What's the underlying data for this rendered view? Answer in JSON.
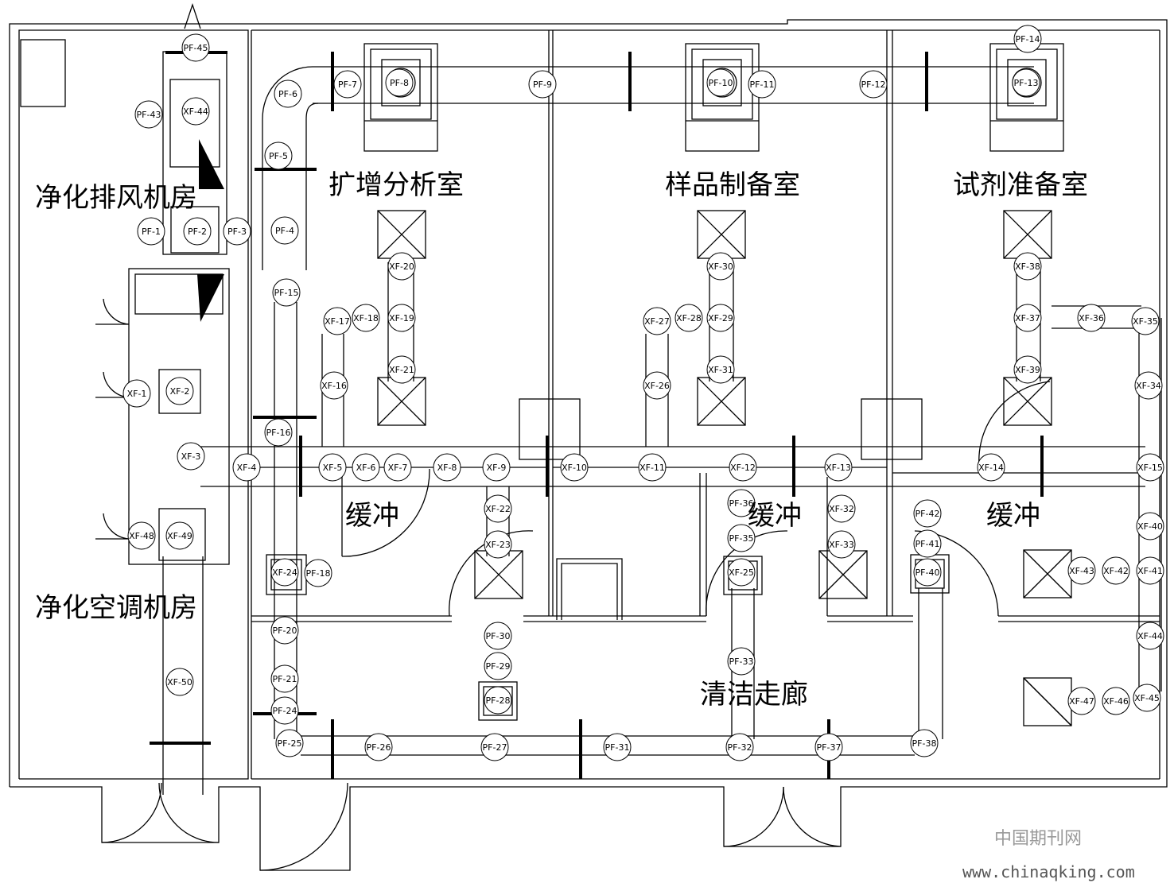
{
  "rooms": {
    "expand_lab": "扩增分析室",
    "sample_prep": "样品制备室",
    "reagent_prep": "试剂准备室",
    "exhaust_room": "净化排风机房",
    "ac_room": "净化空调机房",
    "corridor": "清洁走廊"
  },
  "buffers": [
    "缓冲",
    "缓冲",
    "缓冲"
  ],
  "watermark": {
    "cn": "中国期刊网",
    "url": "www.chinaqking.com"
  },
  "exhaust_tags": [
    "PF-45",
    "PF-43",
    "XF-44",
    "PF-1",
    "PF-2",
    "PF-3",
    "PF-6",
    "PF-5",
    "PF-4",
    "PF-15",
    "PF-16",
    "PF-7",
    "PF-8",
    "PF-9",
    "PF-10",
    "PF-11",
    "PF-12",
    "PF-14",
    "PF-13",
    "PF-18",
    "PF-20",
    "PF-21",
    "PF-24",
    "PF-25",
    "PF-26",
    "PF-27",
    "PF-31",
    "PF-32",
    "PF-37",
    "PF-38",
    "PF-30",
    "PF-29",
    "PF-28",
    "PF-33",
    "PF-36",
    "PF-35",
    "PF-42",
    "PF-41",
    "PF-40"
  ],
  "supply_tags": [
    "XF-1",
    "XF-2",
    "XF-3",
    "XF-4",
    "XF-5",
    "XF-6",
    "XF-7",
    "XF-8",
    "XF-9",
    "XF-10",
    "XF-11",
    "XF-12",
    "XF-13",
    "XF-14",
    "XF-15",
    "XF-16",
    "XF-17",
    "XF-18",
    "XF-19",
    "XF-20",
    "XF-21",
    "XF-22",
    "XF-23",
    "XF-24",
    "XF-25",
    "XF-26",
    "XF-27",
    "XF-28",
    "XF-29",
    "XF-30",
    "XF-31",
    "XF-32",
    "XF-33",
    "XF-34",
    "XF-35",
    "XF-36",
    "XF-37",
    "XF-38",
    "XF-39",
    "XF-40",
    "XF-41",
    "XF-42",
    "XF-43",
    "XF-44",
    "XF-45",
    "XF-46",
    "XF-47",
    "XF-48",
    "XF-49",
    "XF-50"
  ]
}
